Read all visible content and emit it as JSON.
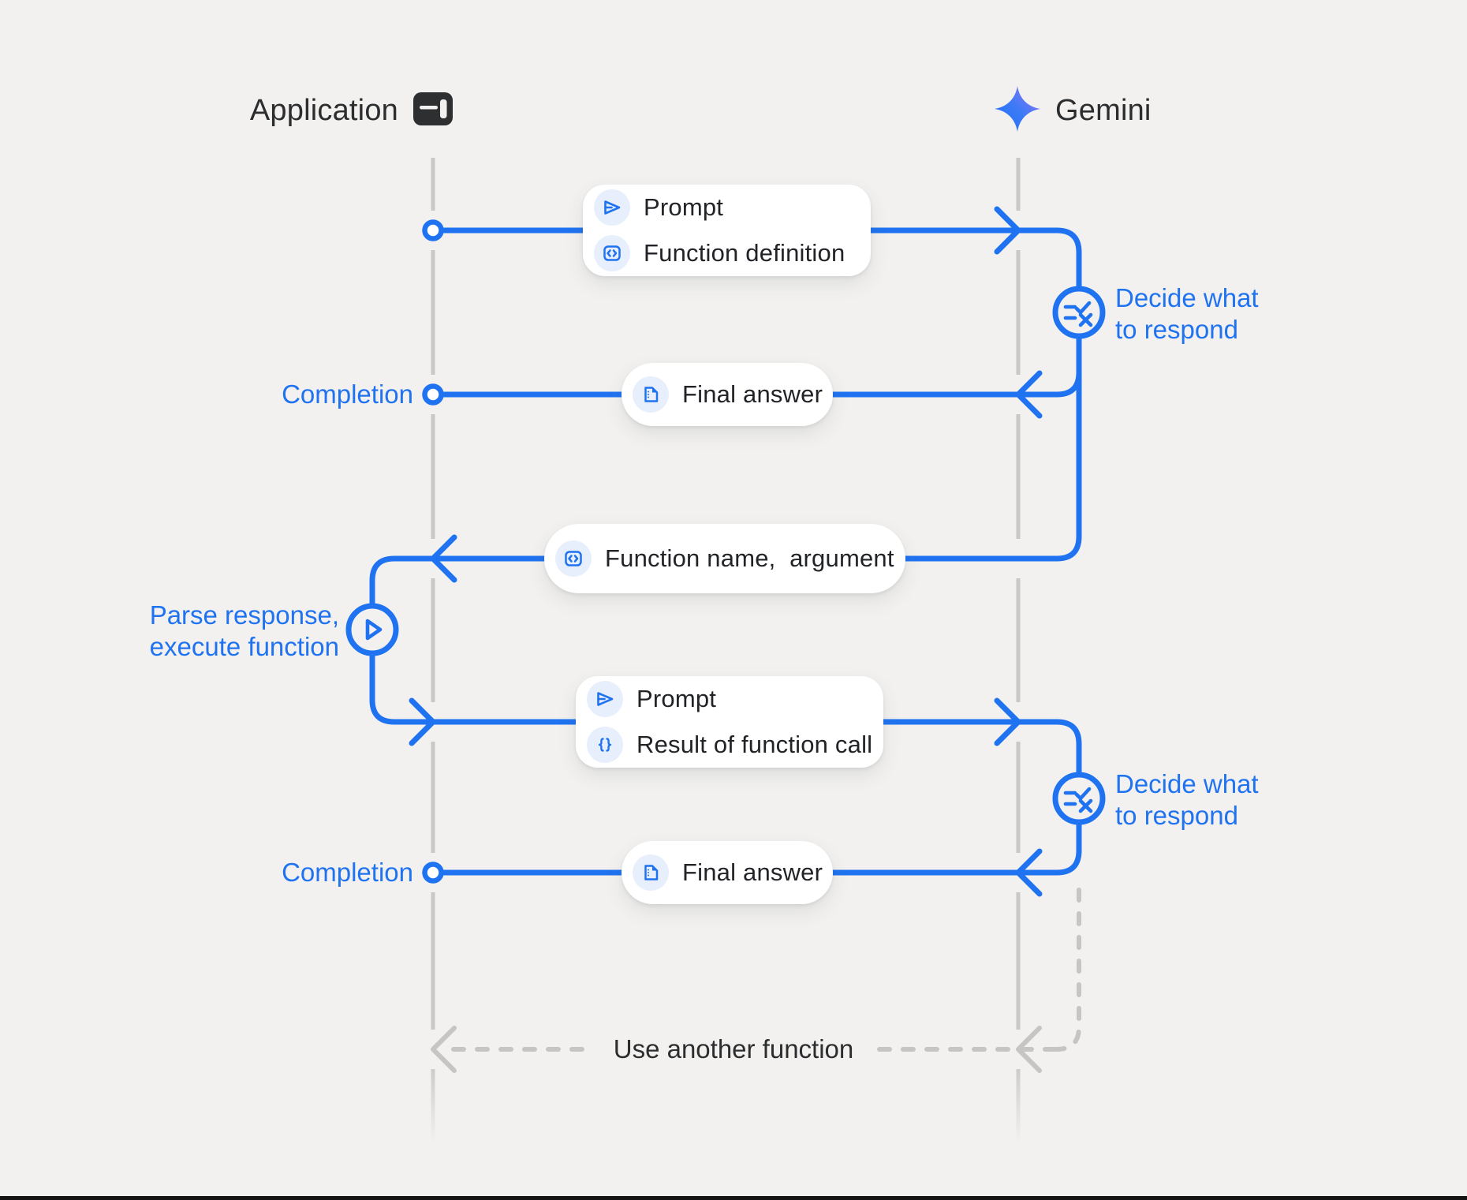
{
  "colors": {
    "accent": "#2073f0",
    "background": "#f2f1ef",
    "bubble": "#ffffff",
    "lifeline": "#c9c8c6",
    "dashed": "#c6c5c3",
    "dark_text": "#2c2d2f",
    "icon_chip": "#e8effc"
  },
  "actors": {
    "application": {
      "label": "Application",
      "icon": "app-window-icon"
    },
    "gemini": {
      "label": "Gemini",
      "icon": "gemini-sparkle-icon"
    }
  },
  "bubbles": {
    "prompt_function_definition": {
      "rows": [
        {
          "icon": "send-icon",
          "label": "Prompt"
        },
        {
          "icon": "code-icon",
          "label": "Function definition"
        }
      ]
    },
    "final_answer_1": {
      "rows": [
        {
          "icon": "document-icon",
          "label": "Final answer"
        }
      ]
    },
    "function_name_argument": {
      "rows": [
        {
          "icon": "code-icon",
          "label": "Function name,  argument"
        }
      ]
    },
    "prompt_result": {
      "rows": [
        {
          "icon": "send-icon",
          "label": "Prompt"
        },
        {
          "icon": "braces-icon",
          "label": "Result of function call"
        }
      ]
    },
    "final_answer_2": {
      "rows": [
        {
          "icon": "document-icon",
          "label": "Final answer"
        }
      ]
    }
  },
  "annotations": {
    "completion_1": "Completion",
    "completion_2": "Completion",
    "decide_1_line1": "Decide what",
    "decide_1_line2": "to respond",
    "decide_2_line1": "Decide what",
    "decide_2_line2": "to respond",
    "parse_line1": "Parse response,",
    "parse_line2": "execute function",
    "loop_label": "Use another function"
  }
}
